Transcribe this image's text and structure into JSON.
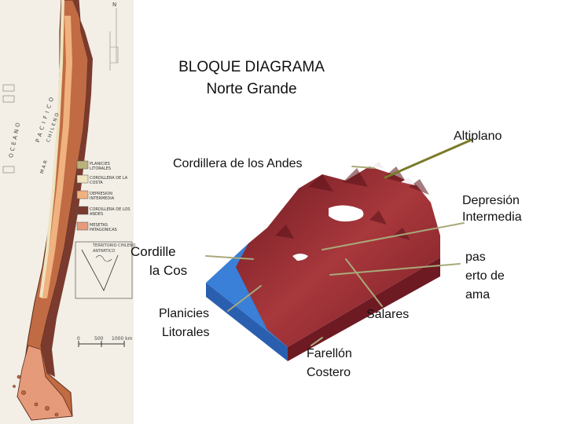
{
  "title": {
    "line1": "BLOQUE DIAGRAMA",
    "line2": "Norte Grande"
  },
  "labels": {
    "altiplano": "Altiplano",
    "cordillera_andes": "Cordillera de los Andes",
    "depresion_1": "Depresión",
    "depresion_2": "Intermedia",
    "cordillera_costa_1": "Cordille",
    "cordillera_costa_2": "la Cos",
    "pampas_1": "pas",
    "pampas_2": "erto de",
    "pampas_3": "ama",
    "planicies_1": "Planicies",
    "planicies_2": "Litorales",
    "salares": "Salares",
    "farellon_1": "Farellón",
    "farellon_2": "Costero"
  },
  "map": {
    "north": "N",
    "ocean_1": "OCEANO",
    "ocean_2": "PACIFICO",
    "mar": "MAR",
    "chileno": "CHILENO",
    "legend": [
      {
        "label": "PLANICIES LITORALES",
        "color": "#b9b27a"
      },
      {
        "label": "CORDILLERA DE LA COSTA",
        "color": "#efe3c0"
      },
      {
        "label": "DEPRESION INTERMEDIA",
        "color": "#f0b27f"
      },
      {
        "label": "CORDILLERA DE LOS ANDES",
        "color": "#7a3b2e"
      },
      {
        "label": "MESETAS PATAGONICAS",
        "color": "#e59b7a"
      }
    ],
    "inset_1": "TERRITORIO CHILENO",
    "inset_2": "ANTARTICO",
    "scale_0": "0",
    "scale_1": "500",
    "scale_2": "1000 km"
  },
  "colors": {
    "pointer": "#7a7a2a",
    "ocean": "#3a7fd8",
    "relief": "#8c2a2e"
  }
}
